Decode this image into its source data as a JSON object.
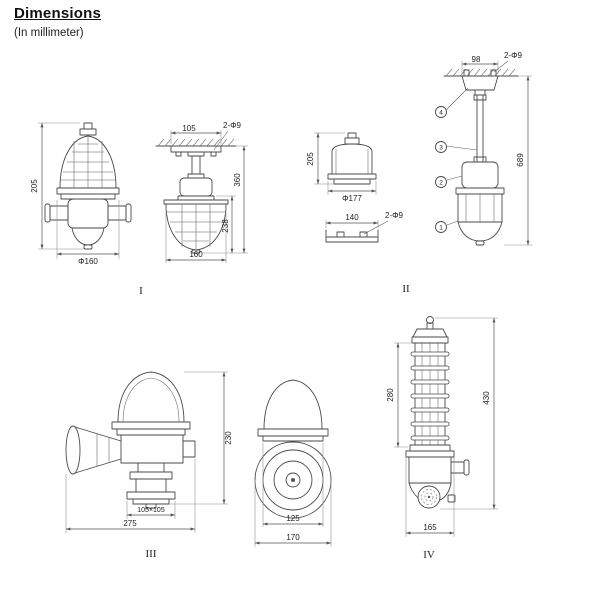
{
  "page": {
    "title": "Dimensions",
    "subtitle": "(In millimeter)"
  },
  "figures": {
    "f1": {
      "label": "I",
      "standalone": {
        "height": "205",
        "diameter": "Φ160"
      },
      "ceiling": {
        "plate_width": "105",
        "holes": "2-Φ9",
        "overall_height": "360",
        "lamp_height": "238",
        "width": "160"
      }
    },
    "f2": {
      "label": "II",
      "unit": {
        "height": "205",
        "diameter": "Φ177"
      },
      "bracket": {
        "width": "140",
        "holes": "2-Φ9"
      },
      "pendant": {
        "width": "98",
        "holes": "2-Φ9",
        "overall_height": "689",
        "callouts": [
          "4",
          "3",
          "2",
          "1"
        ]
      }
    },
    "f3": {
      "label": "III",
      "side": {
        "height": "230",
        "base": "105×105",
        "width": "275"
      },
      "front": {
        "inner_width": "125",
        "width": "170"
      }
    },
    "f4": {
      "label": "IV",
      "cage_height": "280",
      "overall_height": "430",
      "width": "165"
    }
  }
}
